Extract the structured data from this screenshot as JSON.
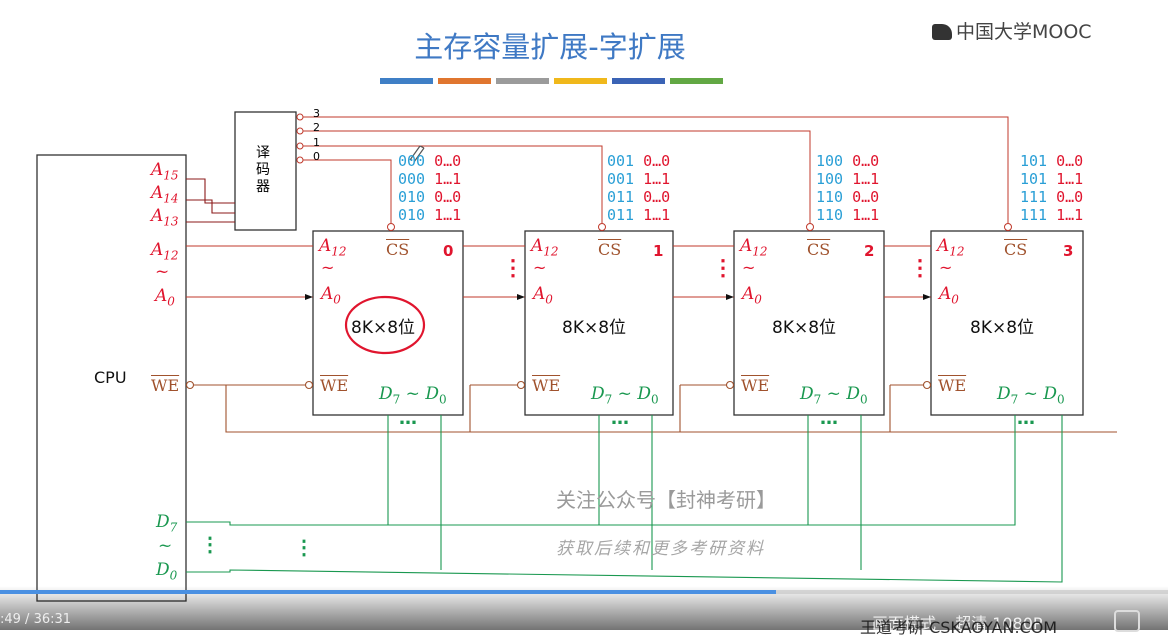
{
  "title": "主存容量扩展-字扩展",
  "logo": {
    "text": "中国大学MOOC",
    "icon": "mooc-logo-icon"
  },
  "color_bars": [
    "#3f7fc6",
    "#e0762f",
    "#9b9b9b",
    "#f0b81b",
    "#3a63b5",
    "#62a844"
  ],
  "decoder": {
    "label_lines": [
      "译",
      "码",
      "器"
    ],
    "outputs": [
      "3",
      "2",
      "1",
      "0"
    ]
  },
  "cpu": {
    "label": "CPU",
    "addr_high": [
      {
        "main": "A",
        "sub": "15"
      },
      {
        "main": "A",
        "sub": "14"
      },
      {
        "main": "A",
        "sub": "13"
      }
    ],
    "addr_low_top": {
      "main": "A",
      "sub": "12"
    },
    "addr_low_bottom": {
      "main": "A",
      "sub": "0"
    },
    "we": "WE",
    "data_top": {
      "main": "D",
      "sub": "7"
    },
    "data_bottom": {
      "main": "D",
      "sub": "0"
    },
    "tilde": "~",
    "dots": "⋮"
  },
  "chips": [
    {
      "index": "0",
      "capacity": "8K×8位",
      "addresses": [
        {
          "bits": "000",
          "rest": " 0…0"
        },
        {
          "bits": "000",
          "rest": " 1…1"
        },
        {
          "bits": "010",
          "rest": " 0…0"
        },
        {
          "bits": "010",
          "rest": " 1…1"
        }
      ]
    },
    {
      "index": "1",
      "capacity": "8K×8位",
      "addresses": [
        {
          "bits": "001",
          "rest": " 0…0"
        },
        {
          "bits": "001",
          "rest": " 1…1"
        },
        {
          "bits": "011",
          "rest": " 0…0"
        },
        {
          "bits": "011",
          "rest": " 1…1"
        }
      ]
    },
    {
      "index": "2",
      "capacity": "8K×8位",
      "addresses": [
        {
          "bits": "100",
          "rest": " 0…0"
        },
        {
          "bits": "100",
          "rest": " 1…1"
        },
        {
          "bits": "110",
          "rest": " 0…0"
        },
        {
          "bits": "110",
          "rest": " 1…1"
        }
      ]
    },
    {
      "index": "3",
      "capacity": "8K×8位",
      "addresses": [
        {
          "bits": "101",
          "rest": " 0…0"
        },
        {
          "bits": "101",
          "rest": " 1…1"
        },
        {
          "bits": "111",
          "rest": " 0…0"
        },
        {
          "bits": "111",
          "rest": " 1…1"
        }
      ]
    }
  ],
  "chip_pins": {
    "a_top": {
      "main": "A",
      "sub": "12"
    },
    "a_bottom": {
      "main": "A",
      "sub": "0"
    },
    "cs": "CS",
    "we": "WE",
    "data": {
      "d_hi": "D",
      "sub_hi": "7",
      "sep": " ~ ",
      "d_lo": "D",
      "sub_lo": "0"
    },
    "tilde": "~",
    "bus_dots": "…"
  },
  "watermark": {
    "line1": "关注公众号【封神考研】",
    "line2": "获取后续和更多考研资料"
  },
  "player": {
    "time": ":49 / 36:31",
    "progress": 0.664,
    "right_texts": [
      "画面模式",
      "超清 1080P"
    ],
    "brand": "王道考研 CSKAOYAN.COM"
  }
}
